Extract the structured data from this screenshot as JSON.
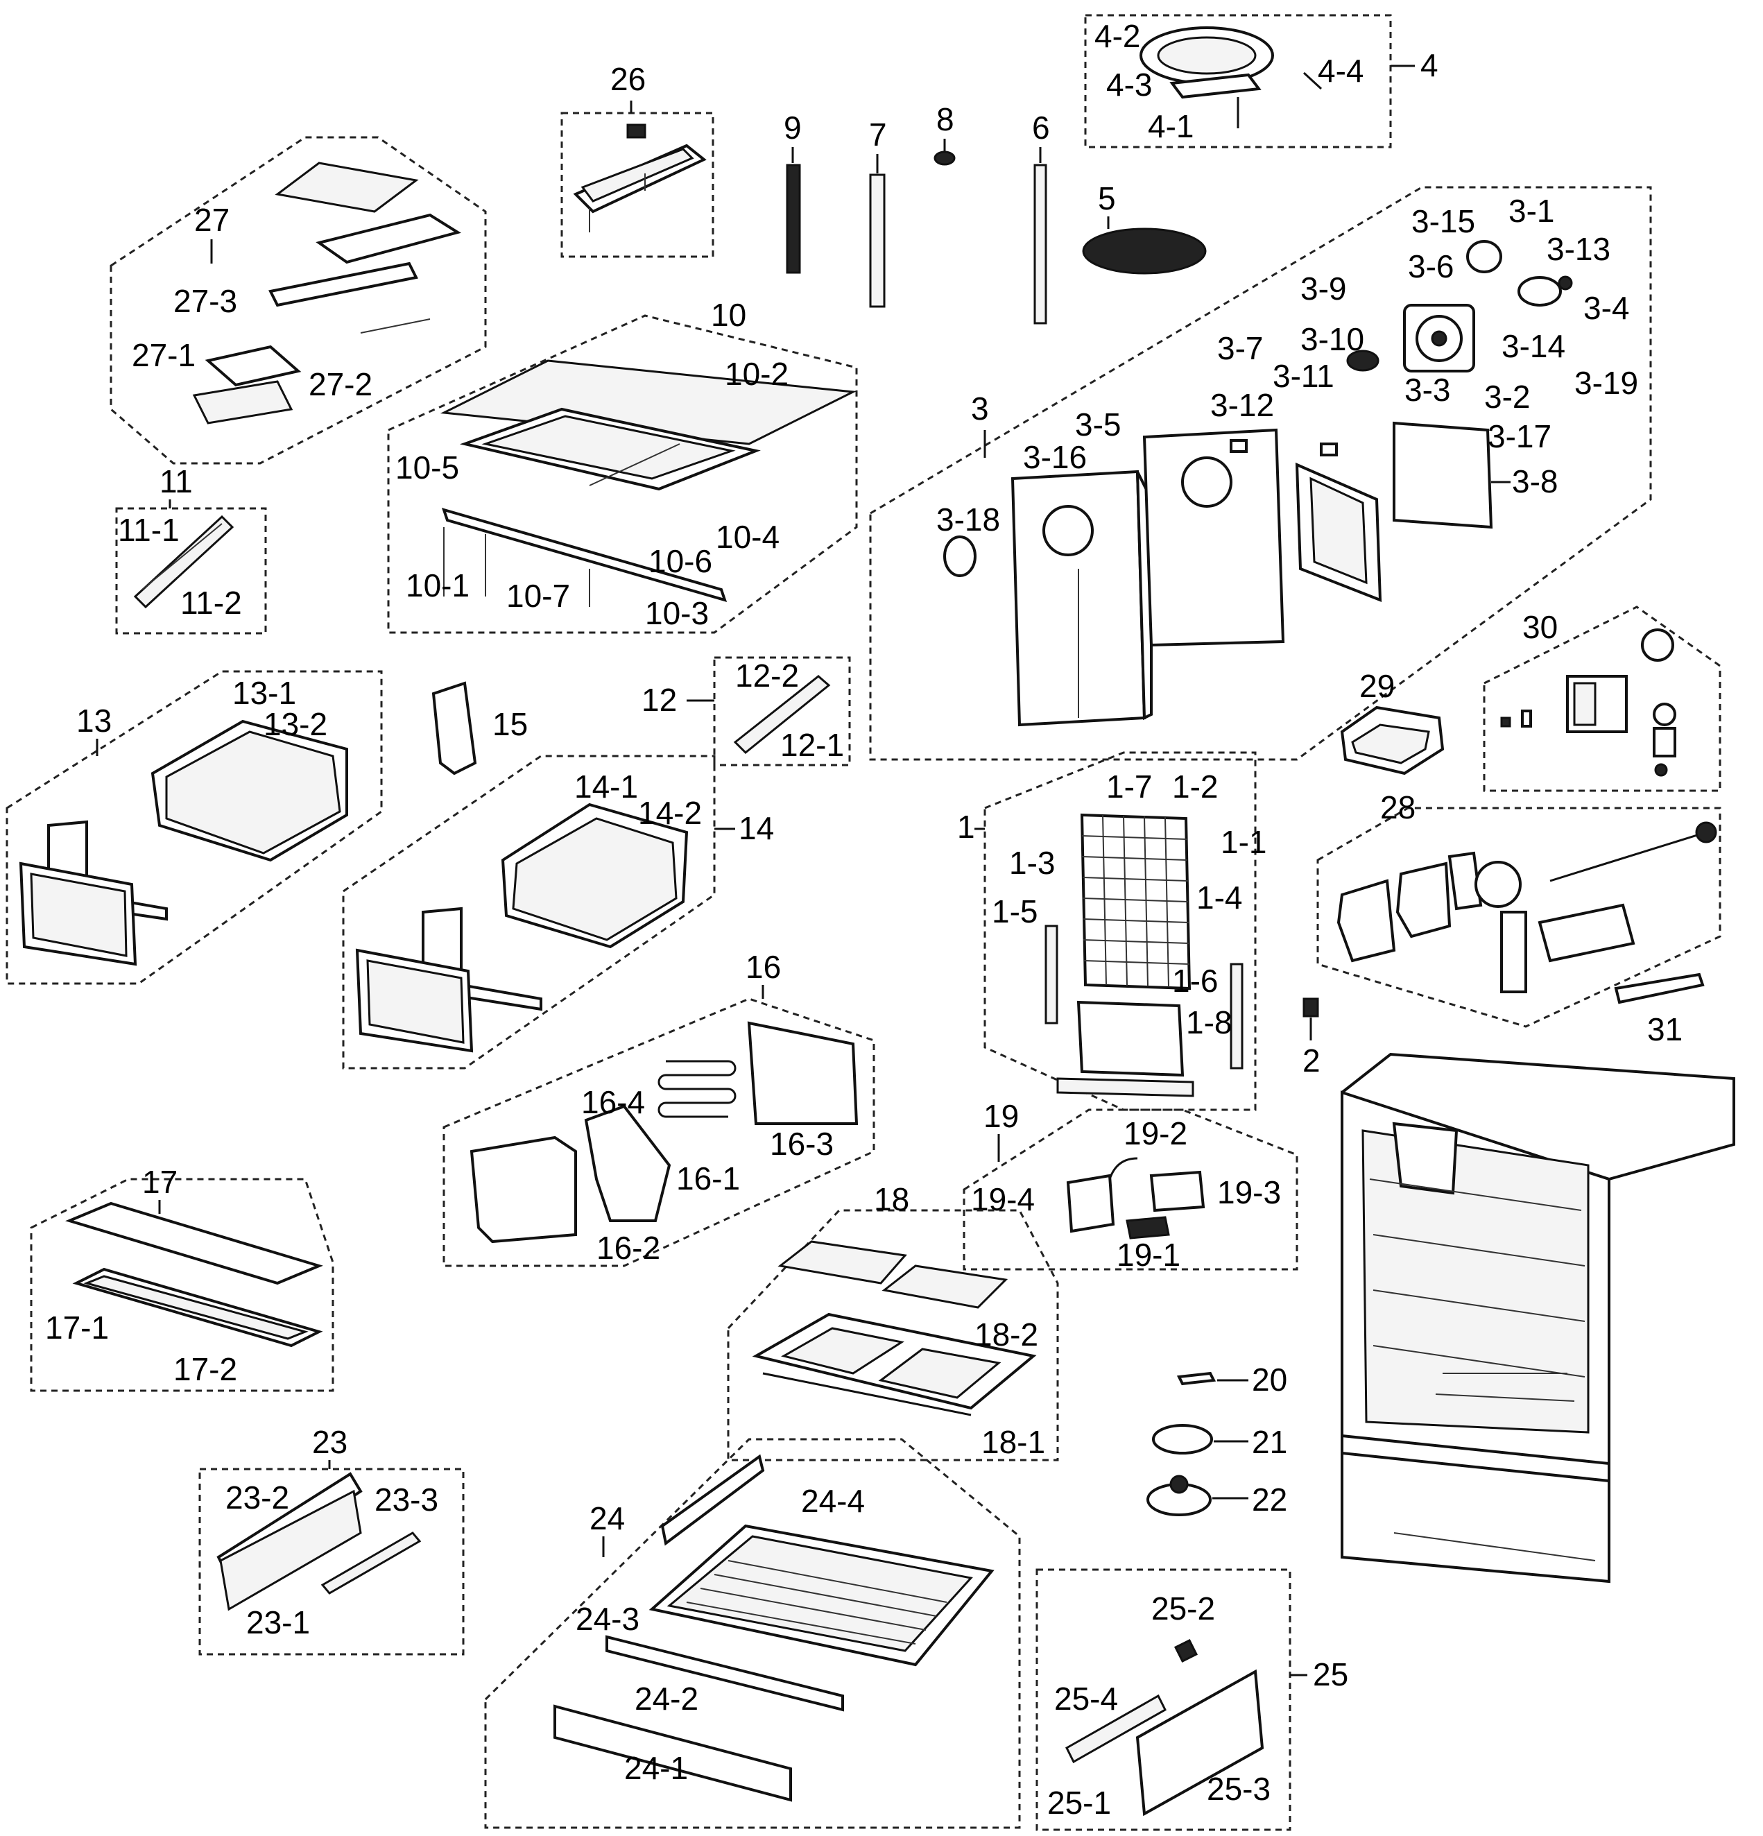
{
  "labels": {
    "p1": "1",
    "p1_1": "1-1",
    "p1_2": "1-2",
    "p1_3": "1-3",
    "p1_4": "1-4",
    "p1_5": "1-5",
    "p1_6": "1-6",
    "p1_7": "1-7",
    "p1_8": "1-8",
    "p2": "2",
    "p3": "3",
    "p3_1": "3-1",
    "p3_2": "3-2",
    "p3_3": "3-3",
    "p3_4": "3-4",
    "p3_5": "3-5",
    "p3_6": "3-6",
    "p3_7": "3-7",
    "p3_8": "3-8",
    "p3_9": "3-9",
    "p3_10": "3-10",
    "p3_11": "3-11",
    "p3_12": "3-12",
    "p3_13": "3-13",
    "p3_14": "3-14",
    "p3_15": "3-15",
    "p3_16": "3-16",
    "p3_17": "3-17",
    "p3_18": "3-18",
    "p3_19": "3-19",
    "p4": "4",
    "p4_1": "4-1",
    "p4_2": "4-2",
    "p4_3": "4-3",
    "p4_4": "4-4",
    "p5": "5",
    "p6": "6",
    "p7": "7",
    "p8": "8",
    "p9": "9",
    "p10": "10",
    "p10_1": "10-1",
    "p10_2": "10-2",
    "p10_3": "10-3",
    "p10_4": "10-4",
    "p10_5": "10-5",
    "p10_6": "10-6",
    "p10_7": "10-7",
    "p11": "11",
    "p11_1": "11-1",
    "p11_2": "11-2",
    "p12": "12",
    "p12_1": "12-1",
    "p12_2": "12-2",
    "p13": "13",
    "p13_1": "13-1",
    "p13_2": "13-2",
    "p14": "14",
    "p14_1": "14-1",
    "p14_2": "14-2",
    "p15": "15",
    "p16": "16",
    "p16_1": "16-1",
    "p16_2": "16-2",
    "p16_3": "16-3",
    "p16_4": "16-4",
    "p17": "17",
    "p17_1": "17-1",
    "p17_2": "17-2",
    "p18": "18",
    "p18_1": "18-1",
    "p18_2": "18-2",
    "p19": "19",
    "p19_1": "19-1",
    "p19_2": "19-2",
    "p19_3": "19-3",
    "p19_4": "19-4",
    "p20": "20",
    "p21": "21",
    "p22": "22",
    "p23": "23",
    "p23_1": "23-1",
    "p23_2": "23-2",
    "p23_3": "23-3",
    "p24": "24",
    "p24_1": "24-1",
    "p24_2": "24-2",
    "p24_3": "24-3",
    "p24_4": "24-4",
    "p25": "25",
    "p25_1": "25-1",
    "p25_2": "25-2",
    "p25_3": "25-3",
    "p25_4": "25-4",
    "p26": "26",
    "p27": "27",
    "p27_1": "27-1",
    "p27_2": "27-2",
    "p27_3": "27-3",
    "p28": "28",
    "p29": "29",
    "p30": "30",
    "p31": "31"
  },
  "colors": {
    "line": "#111111",
    "background": "#ffffff"
  }
}
